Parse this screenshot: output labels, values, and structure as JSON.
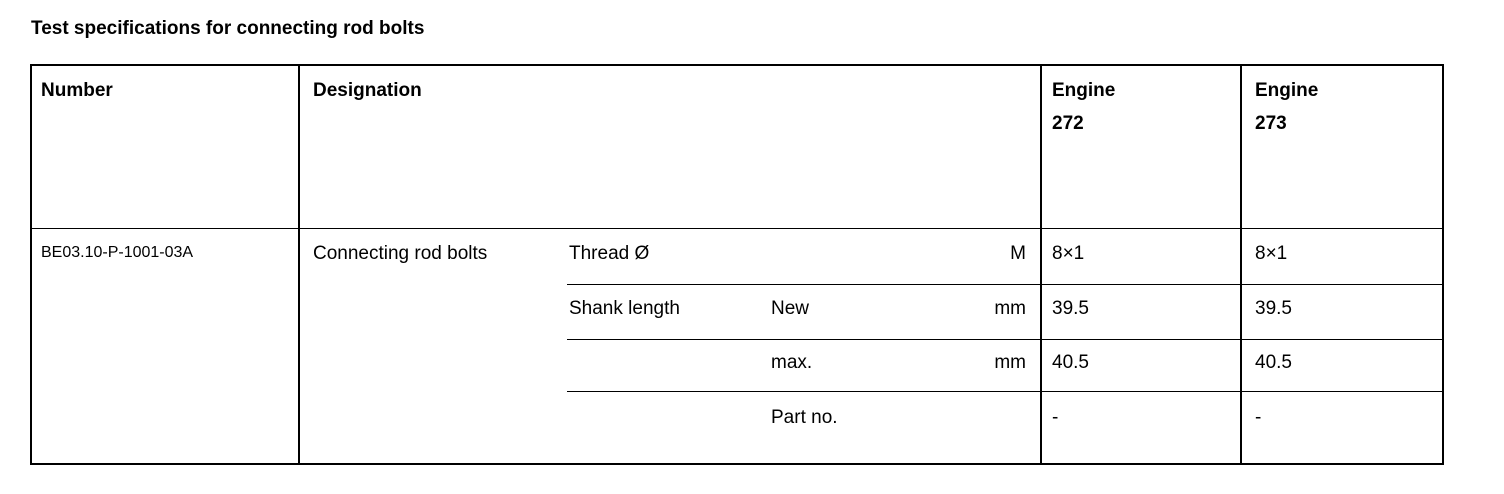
{
  "title": "Test specifications for connecting rod bolts",
  "headers": {
    "number": "Number",
    "designation": "Designation",
    "engine1_line1": "Engine",
    "engine1_line2": "272",
    "engine2_line1": "Engine",
    "engine2_line2": "273"
  },
  "row": {
    "number": "BE03.10-P-1001-03A",
    "designation": "Connecting rod bolts",
    "specs": [
      {
        "parameter": "Thread Ø",
        "condition": "",
        "unit": "M",
        "engine_272": "8×1",
        "engine_273": "8×1"
      },
      {
        "parameter": "Shank length",
        "condition": "New",
        "unit": "mm",
        "engine_272": "39.5",
        "engine_273": "39.5"
      },
      {
        "parameter": "",
        "condition": "max.",
        "unit": "mm",
        "engine_272": "40.5",
        "engine_273": "40.5"
      },
      {
        "parameter": "",
        "condition": "Part no.",
        "unit": "",
        "engine_272": "-",
        "engine_273": "-"
      }
    ]
  }
}
